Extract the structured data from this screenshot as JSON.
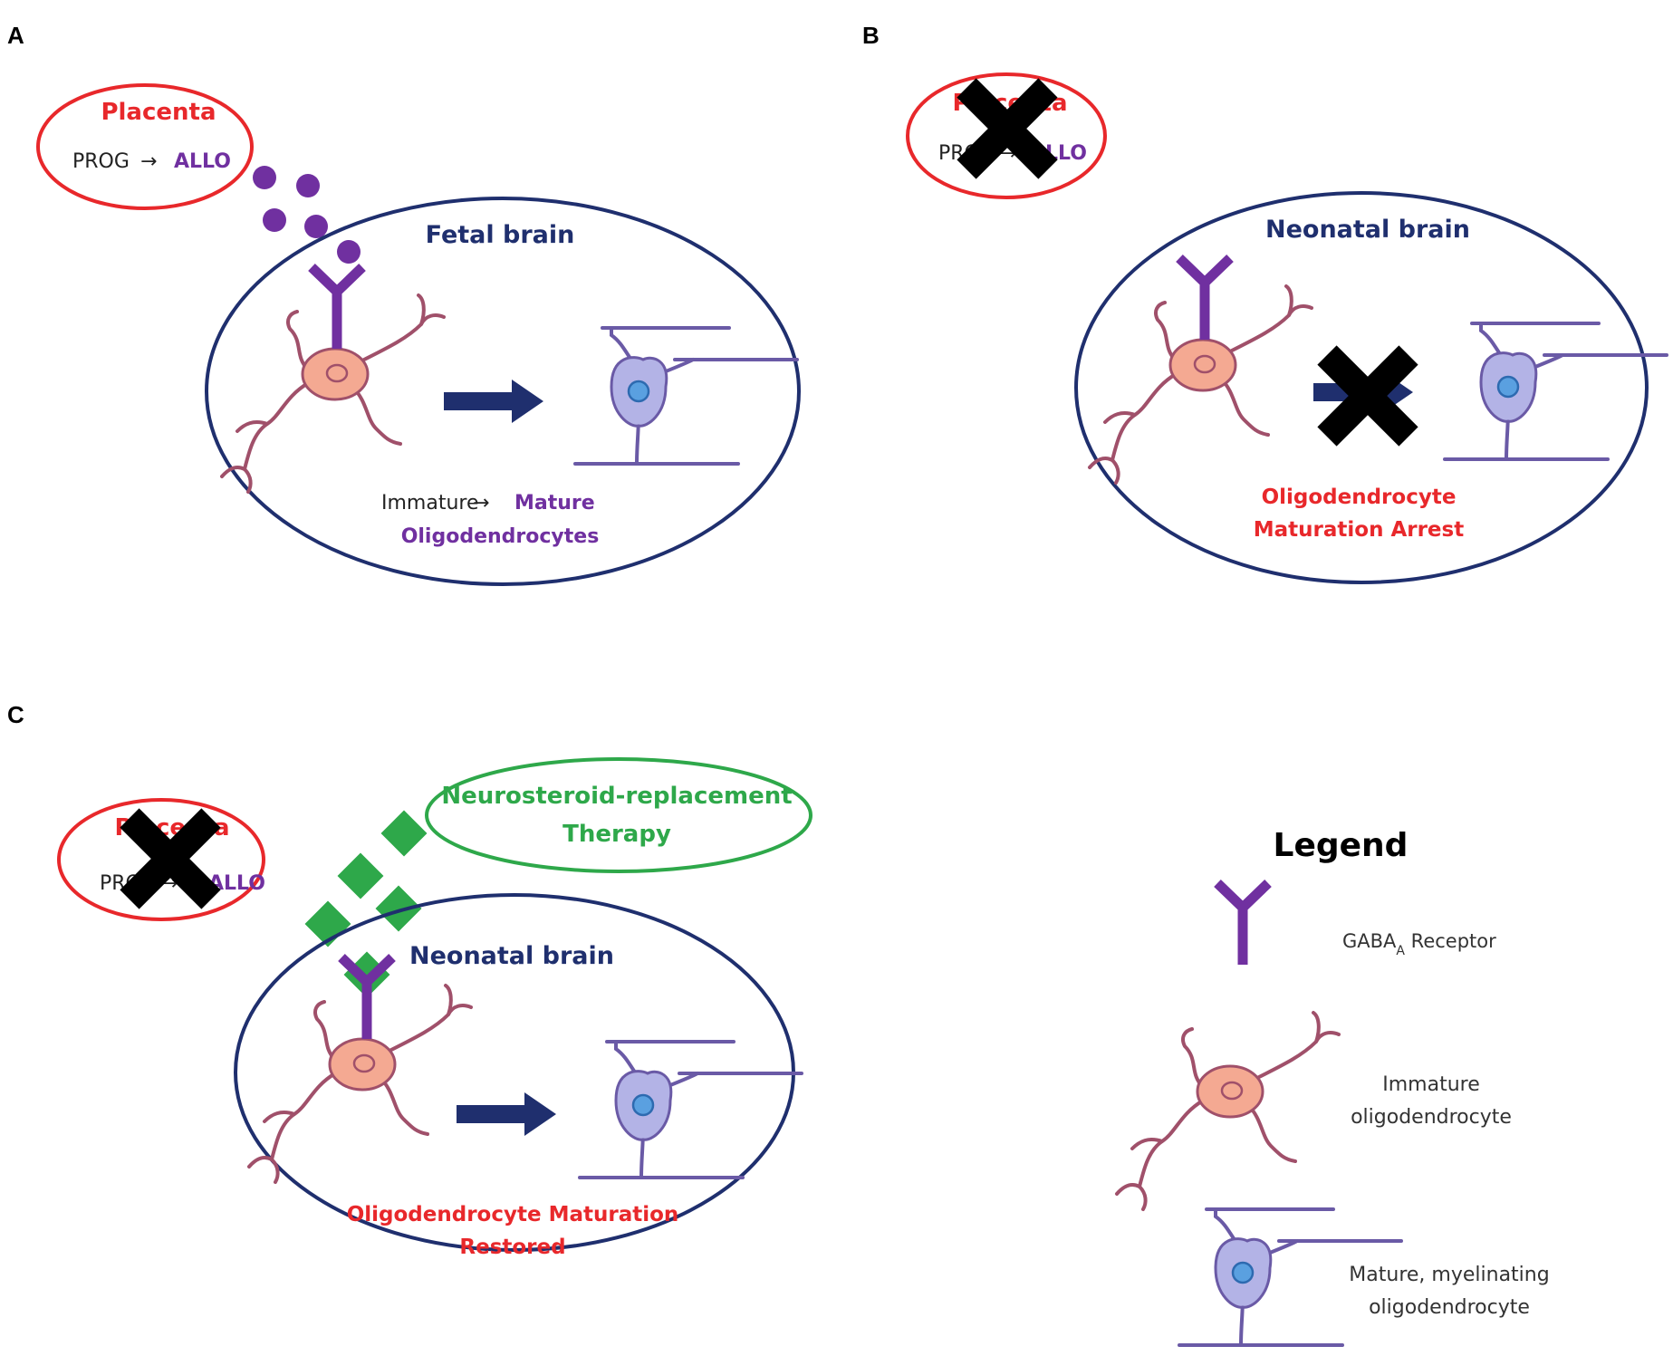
{
  "panels": {
    "a": {
      "label": "A",
      "placenta": {
        "title": "Placenta",
        "prog": "PROG",
        "arrow": "→",
        "allo": "ALLO"
      },
      "brain_title": "Fetal brain",
      "caption_line1_a": "Immature",
      "caption_arrow": "→",
      "caption_line1_b": "Mature",
      "caption_line2": "Oligodendrocytes"
    },
    "b": {
      "label": "B",
      "placenta": {
        "title": "Placenta",
        "prog": "PROG",
        "arrow": "→",
        "allo": "ALLO"
      },
      "brain_title": "Neonatal brain",
      "caption_line1": "Oligodendrocyte",
      "caption_line2": "Maturation Arrest"
    },
    "c": {
      "label": "C",
      "placenta": {
        "title": "Placenta",
        "prog": "PROG",
        "arrow": "→",
        "allo": "ALLO"
      },
      "therapy_line1": "Neurosteroid-replacement",
      "therapy_line2": "Therapy",
      "brain_title": "Neonatal brain",
      "caption_line1": "Oligodendrocyte Maturation",
      "caption_line2": "Restored"
    }
  },
  "legend": {
    "title": "Legend",
    "receptor_label": "GABA",
    "receptor_sub": "A",
    "receptor_suffix": " Receptor",
    "immature_line1": "Immature",
    "immature_line2": "oligodendrocyte",
    "mature_line1": "Mature, myelinating",
    "mature_line2": "oligodendrocyte"
  },
  "colors": {
    "red": "#e8282b",
    "purple": "#7030a0",
    "navy": "#1f2f6e",
    "green": "#2ea84a",
    "black": "#000000"
  }
}
